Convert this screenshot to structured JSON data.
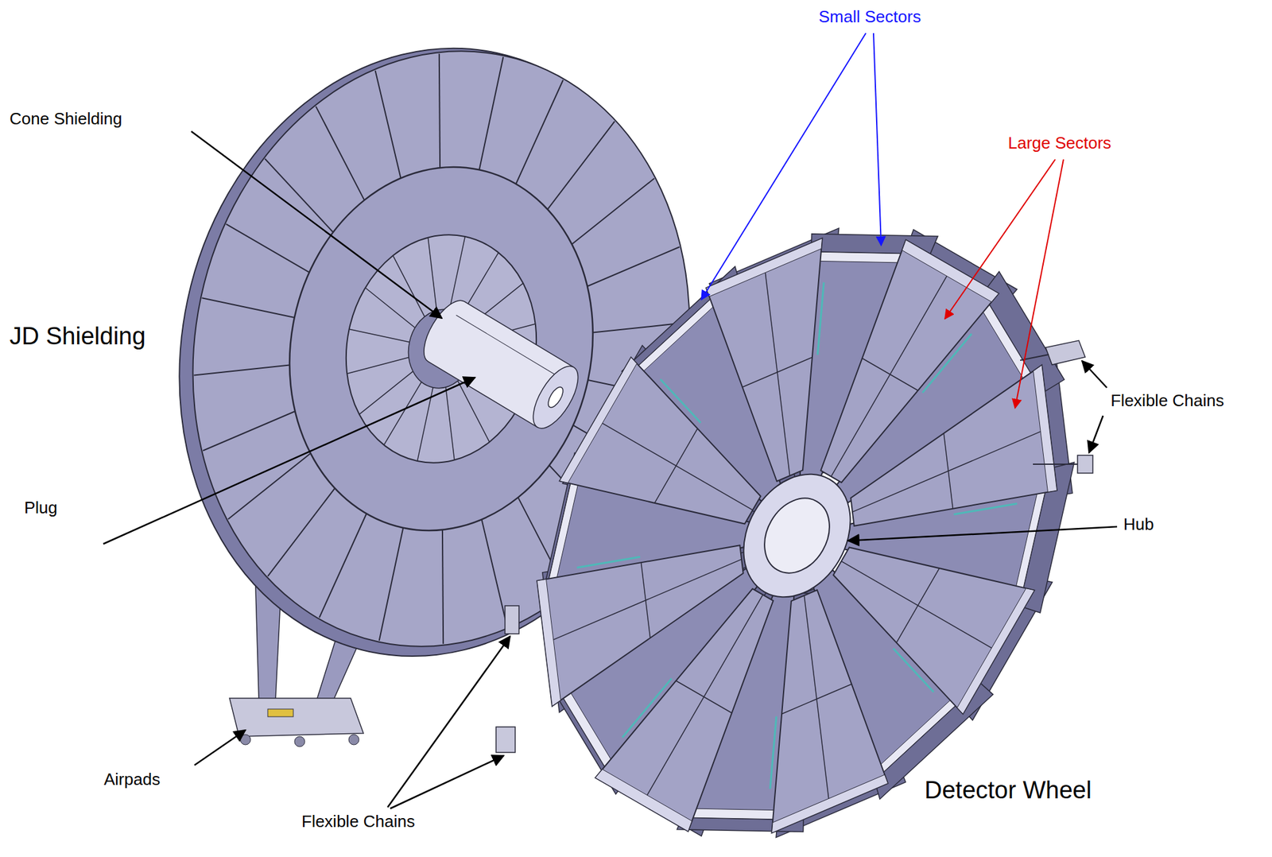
{
  "diagram": {
    "labels": [
      "Small Sectors",
      "Large Sectors",
      "Cone Shielding",
      "JD Shielding",
      "Plug",
      "Flexible Chains",
      "Hub",
      "Flexible Chains",
      "Airpads",
      "Detector Wheel"
    ]
  }
}
